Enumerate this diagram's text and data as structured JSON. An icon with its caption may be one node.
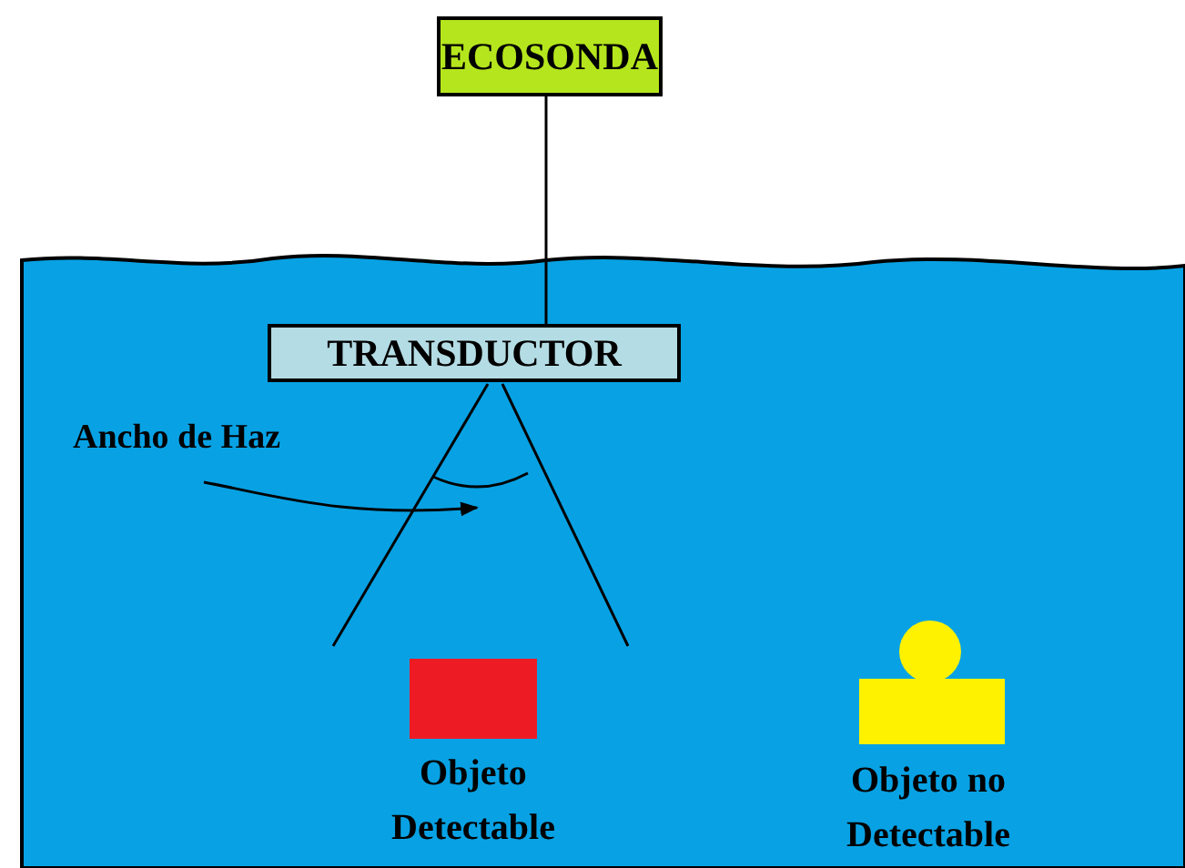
{
  "diagram": {
    "nodes": [
      {
        "text": [
          "ECOSONDA"
        ]
      },
      {
        "text": [
          "TRANSDUCTOR"
        ]
      },
      {
        "text": [
          "Ancho de Haz"
        ]
      },
      {
        "text": [],
        "shape": "arc"
      },
      {
        "text": [],
        "shape": "box",
        "beside": [
          "Objeto Detectable"
        ]
      },
      {
        "text": [],
        "shape": "box",
        "beside": [
          "Objeto no Detectable"
        ]
      }
    ],
    "edges": [
      {
        "from": 0,
        "to": 1,
        "arrow": "none"
      },
      {
        "from": 2,
        "to": 3,
        "arrow": "to"
      }
    ]
  }
}
